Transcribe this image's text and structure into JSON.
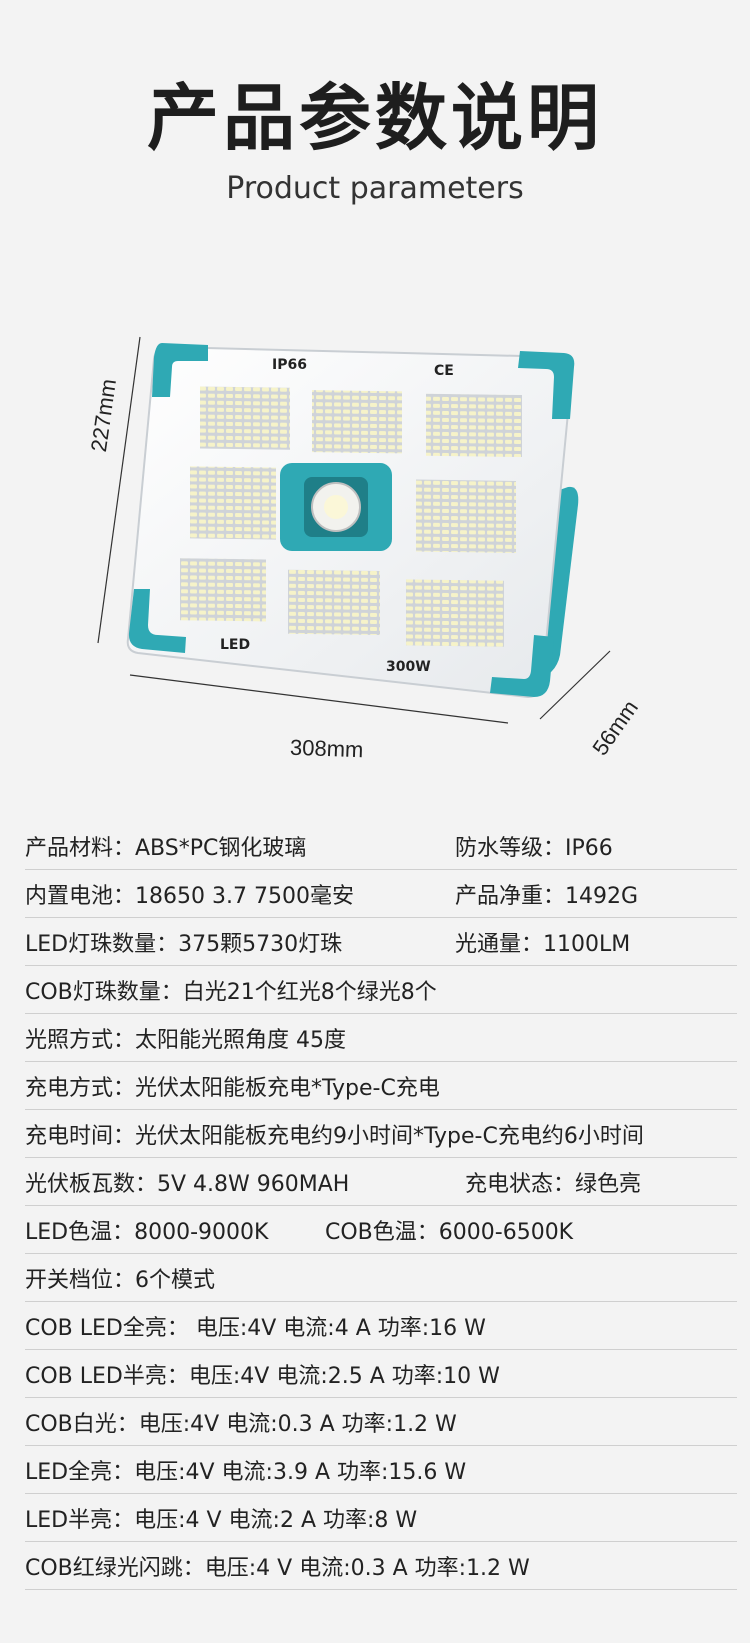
{
  "header": {
    "title": "产品参数说明",
    "subtitle": "Product parameters"
  },
  "product": {
    "labels": {
      "ip": "IP66",
      "ce": "CE",
      "led": "LED",
      "watt": "300W"
    },
    "dimensions": {
      "height": "227mm",
      "width": "308mm",
      "depth": "56mm"
    },
    "colors": {
      "accent": "#2fa9b4",
      "panel": "#ffffff",
      "led": "#f4f0c8"
    }
  },
  "specs": [
    {
      "a": "产品材料：ABS*PC钢化玻璃",
      "b": "防水等级：IP66"
    },
    {
      "a": "内置电池：18650   3.7  7500毫安",
      "b": "产品净重：1492G"
    },
    {
      "a": "LED灯珠数量：375颗5730灯珠",
      "b": "光通量：1100LM"
    },
    {
      "a": "COB灯珠数量：白光21个红光8个绿光8个",
      "b": ""
    },
    {
      "a": "光照方式：太阳能光照角度  45度",
      "b": ""
    },
    {
      "a": "充电方式：光伏太阳能板充电*Type-C充电",
      "b": ""
    },
    {
      "a": "充电时间：光伏太阳能板充电约9小时间*Type-C充电约6小时间",
      "b": ""
    },
    {
      "a": "光伏板瓦数：5V  4.8W  960MAH",
      "b": "充电状态：绿色亮"
    },
    {
      "a": "LED色温：8000-9000K",
      "b": "COB色温：6000-6500K"
    },
    {
      "a": "开关档位：6个模式",
      "b": ""
    },
    {
      "a": "COB LED全亮：  电压:4V  电流:4 A  功率:16 W",
      "b": ""
    },
    {
      "a": "COB LED半亮：电压:4V  电流:2.5 A  功率:10 W",
      "b": ""
    },
    {
      "a": "COB白光：电压:4V  电流:0.3 A  功率:1.2 W",
      "b": ""
    },
    {
      "a": "LED全亮：电压:4V  电流:3.9 A  功率:15.6 W",
      "b": ""
    },
    {
      "a": "LED半亮：电压:4 V  电流:2 A  功率:8 W",
      "b": ""
    },
    {
      "a": "COB红绿光闪跳：电压:4 V  电流:0.3 A  功率:1.2 W",
      "b": ""
    }
  ]
}
